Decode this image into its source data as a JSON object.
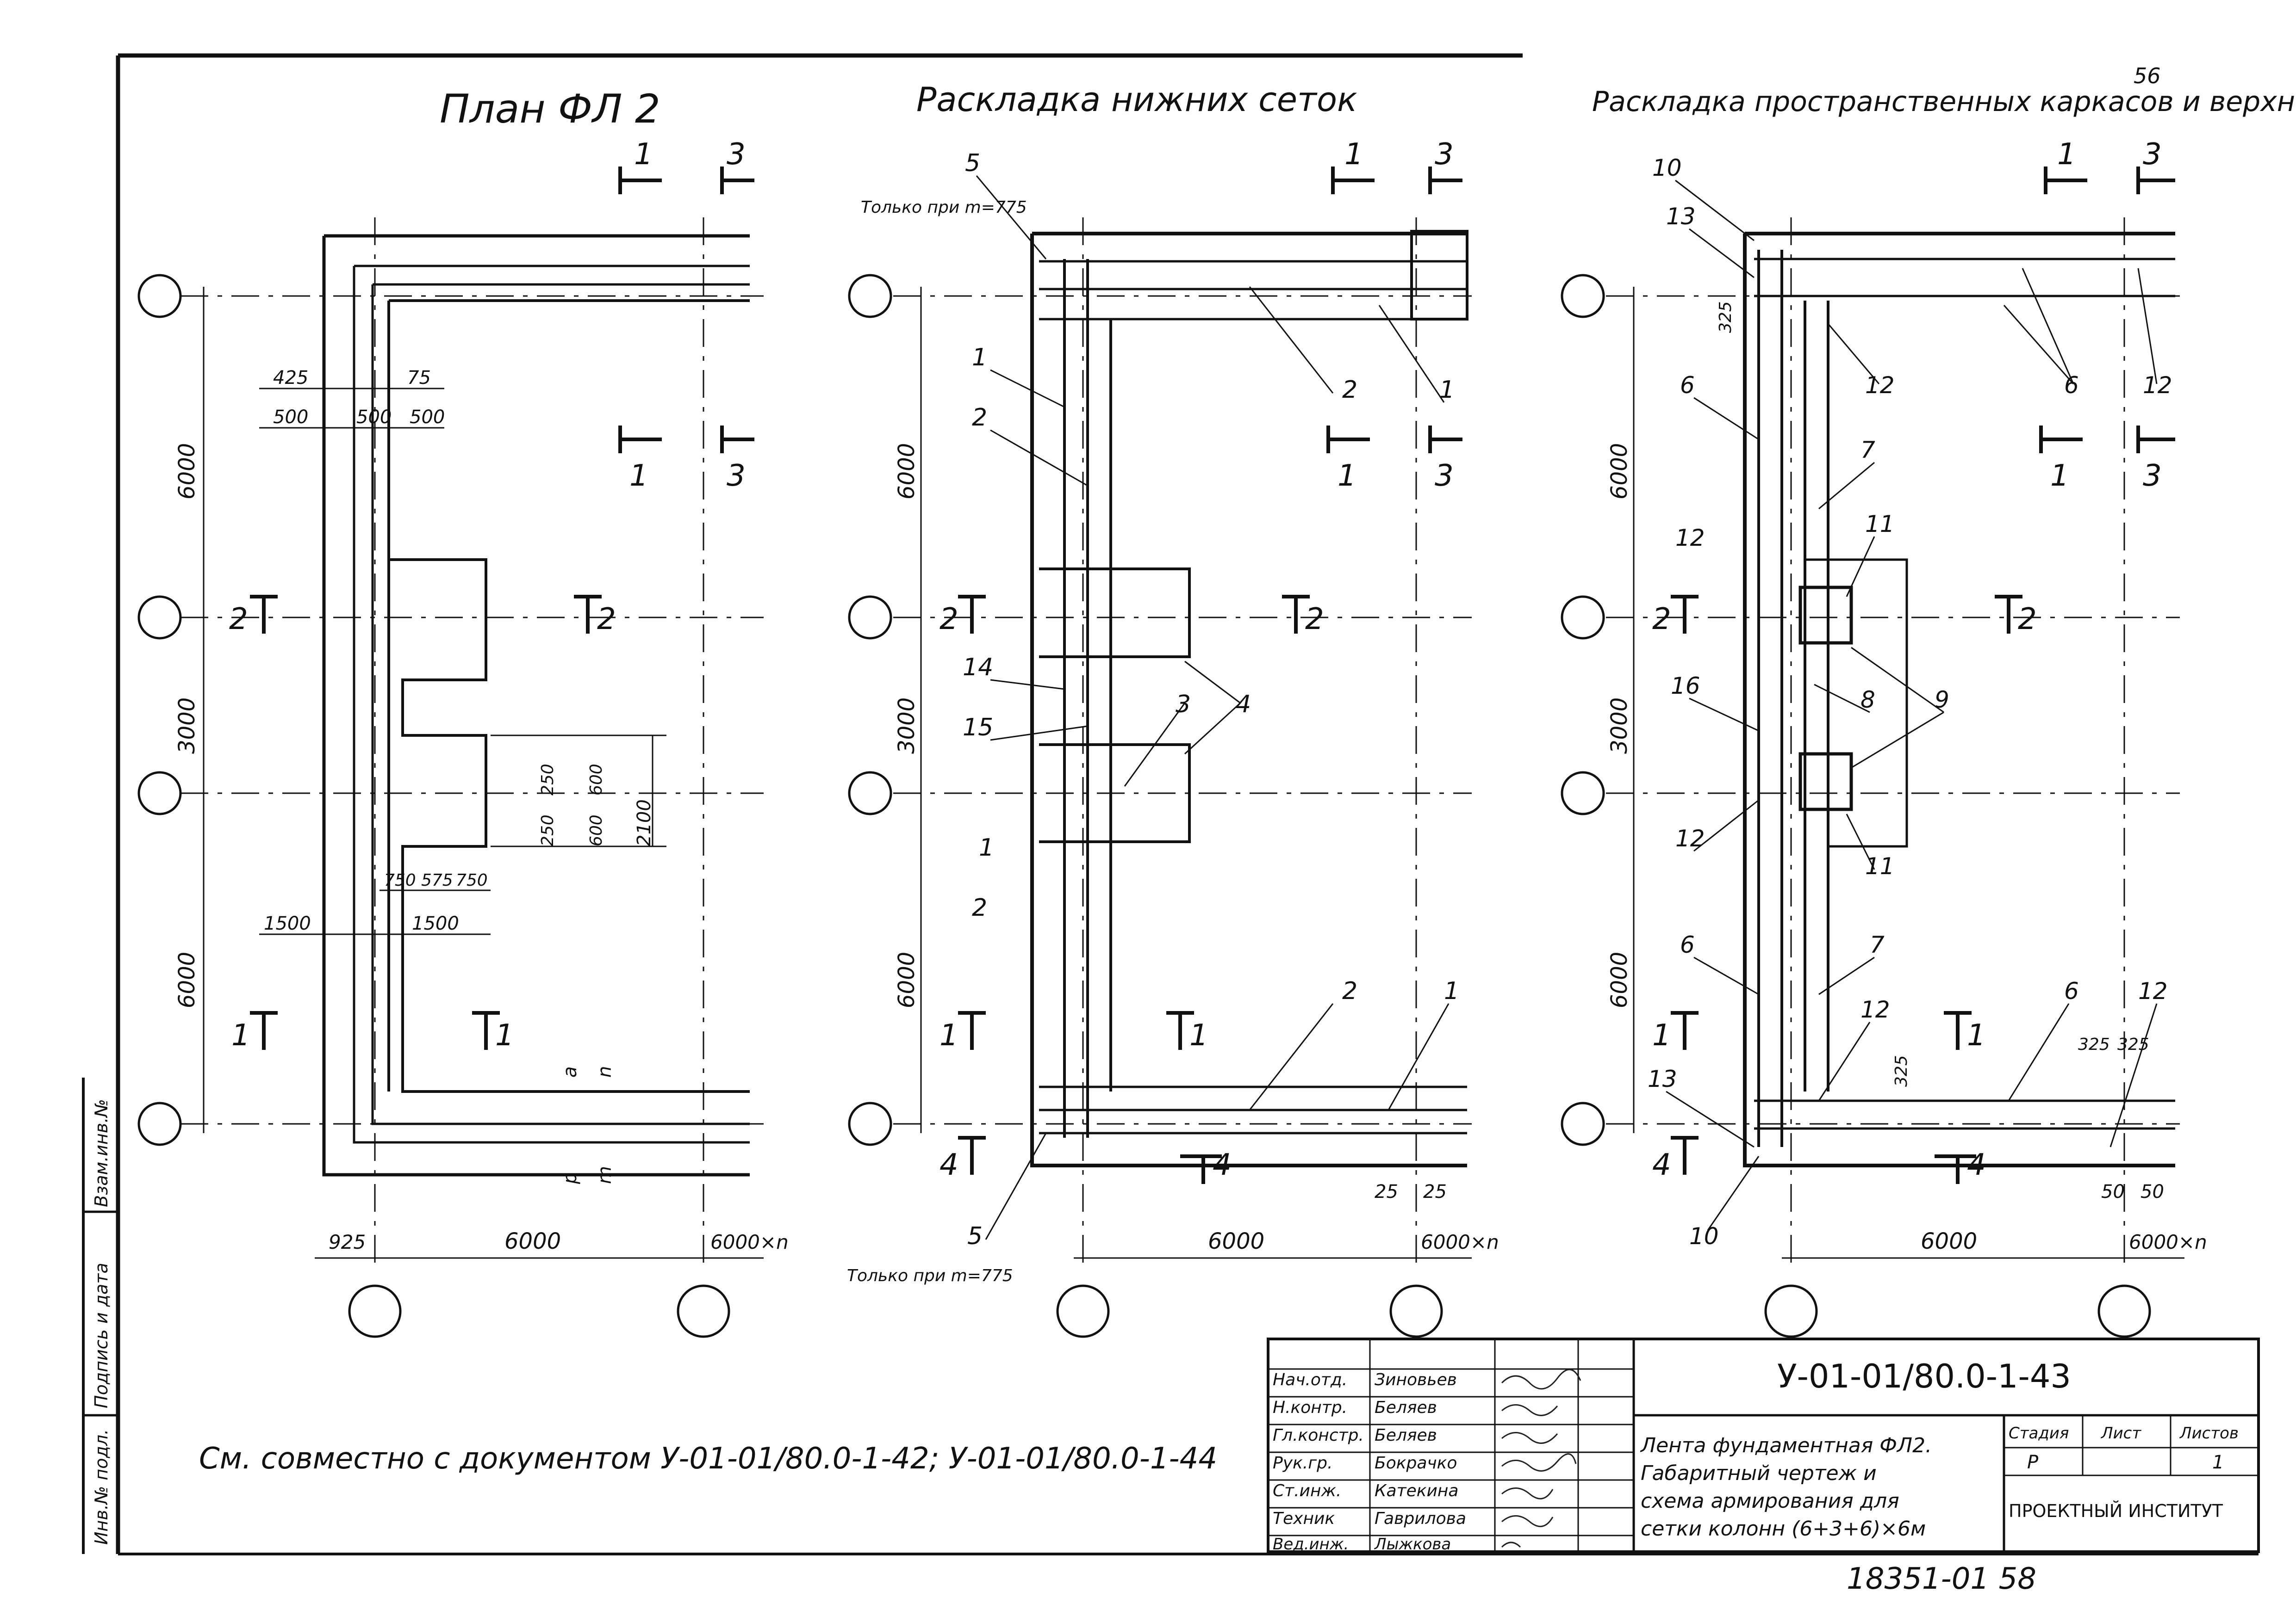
{
  "sheet": {
    "sheet_no": "56",
    "designation": "У-01-01/80.0-1-43",
    "see_also": "См. совместно с документом У-01-01/80.0-1-42; У-01-01/80.0-1-44",
    "bottom_number": "18351-01   58",
    "side_labels": [
      "Взам.инв.№",
      "Подпись и дата",
      "Инв.№ подл."
    ]
  },
  "views": {
    "plan": {
      "title": "План ФЛ 2",
      "col_left": "6000",
      "col_mid1": "3000",
      "col_bot": "6000",
      "d425": "425",
      "d75": "75",
      "d500a": "500",
      "d500b": "500",
      "d500c": "500",
      "d250a": "250",
      "d250b": "250",
      "d600a": "600",
      "d600b": "600",
      "d2100": "2100",
      "d750a": "750",
      "d575": "575",
      "d750b": "750",
      "d1500a": "1500",
      "d1500b": "1500",
      "d925": "925",
      "d6000": "6000",
      "d6000n": "6000×n",
      "a": "a",
      "n": "n",
      "p": "p",
      "m": "m"
    },
    "bottom_mesh": {
      "title": "Раскладка нижних сеток",
      "note_top": "Только при m=775",
      "note_bot": "Только при m=775",
      "dims": [
        "6000",
        "3000",
        "6000"
      ],
      "d25a": "25",
      "d25b": "25",
      "d6000": "6000",
      "d6000n": "6000×n"
    },
    "spatial": {
      "title": "Раскладка пространственных каркасов и верхних сеток",
      "dims": [
        "6000",
        "3000",
        "6000"
      ],
      "d325a": "325",
      "d325b": "325",
      "d325c": "325",
      "d325d": "325",
      "d50a": "50",
      "d50b": "50",
      "d6000": "6000",
      "d6000n": "6000×n"
    }
  },
  "sections": [
    "1",
    "3",
    "2",
    "4"
  ],
  "marks": [
    "1",
    "2",
    "3",
    "4",
    "5",
    "6",
    "7",
    "8",
    "9",
    "10",
    "11",
    "12",
    "13",
    "14",
    "15",
    "16"
  ],
  "title_block": {
    "rows": [
      {
        "role": "Нач.отд.",
        "name": "Зиновьев"
      },
      {
        "role": "Н.контр.",
        "name": "Беляев"
      },
      {
        "role": "Гл.констр.",
        "name": "Беляев"
      },
      {
        "role": "Рук.гр.",
        "name": "Бокрачко"
      },
      {
        "role": "Ст.инж.",
        "name": "Катекина"
      },
      {
        "role": "Техник",
        "name": "Гаврилова"
      },
      {
        "role": "Вед.инж.",
        "name": "Лыжкова"
      }
    ],
    "description": [
      "Лента фундаментная ФЛ2.",
      "Габаритный чертеж и",
      "схема армирования для",
      "сетки колонн (6+3+6)×6м"
    ],
    "stage_label": "Стадия",
    "sheet_label": "Лист",
    "sheets_label": "Листов",
    "stage": "Р",
    "sheets": "1",
    "org": "ПРОЕКТНЫЙ ИНСТИТУТ"
  }
}
